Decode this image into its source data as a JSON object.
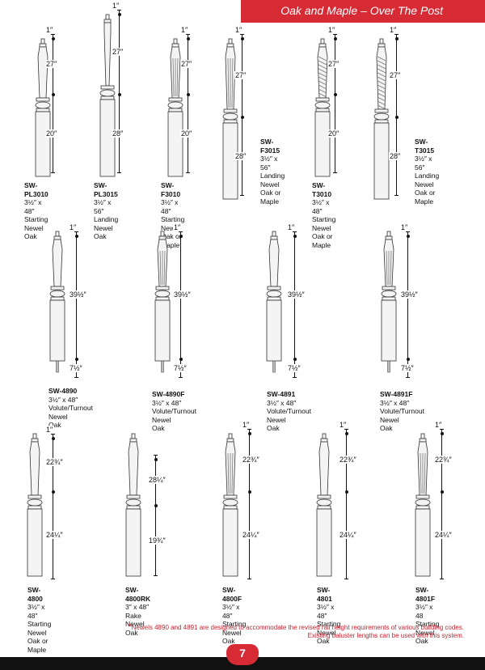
{
  "header": {
    "title": "Oak and Maple – Over The Post"
  },
  "products": [
    {
      "sku": "SW-PL3010",
      "size": "3½″ x 48″",
      "type": "Starting Newel",
      "wood": "Oak",
      "dims": [
        "1″",
        "27″",
        "20″"
      ]
    },
    {
      "sku": "SW-PL3015",
      "size": "3½″ x 56″",
      "type": "Landing Newel",
      "wood": "Oak",
      "dims": [
        "1″",
        "27″",
        "28″"
      ]
    },
    {
      "sku": "SW-F3010",
      "size": "3½″ x 48″",
      "type": "Starting Newel",
      "wood": "Oak or Maple",
      "dims": [
        "1″",
        "27″",
        "20″"
      ]
    },
    {
      "sku": "SW-F3015",
      "size": "3½″ x 56″",
      "type": "Landing Newel",
      "wood": "Oak or Maple",
      "dims": [
        "1″",
        "27″",
        "28″"
      ]
    },
    {
      "sku": "SW-T3010",
      "size": "3½″ x 48″",
      "type": "Starting Newel",
      "wood": "Oak or Maple",
      "dims": [
        "1″",
        "27″",
        "20″"
      ]
    },
    {
      "sku": "SW-T3015",
      "size": "3½″ x 56″",
      "type": "Landing Newel",
      "wood": "Oak or Maple",
      "dims": [
        "1″",
        "27″",
        "28″"
      ]
    },
    {
      "sku": "SW-4890",
      "size": "3½″ x 48″",
      "type": "Volute/Turnout Newel",
      "wood": "Oak",
      "dims": [
        "1″",
        "39½″",
        "7½″"
      ]
    },
    {
      "sku": "SW-4890F",
      "size": "3½″ x 48″",
      "type": "Volute/Turnout Newel",
      "wood": "Oak",
      "dims": [
        "1″",
        "39½″",
        "7½″"
      ]
    },
    {
      "sku": "SW-4891",
      "size": "3½″ x 48″",
      "type": "Volute/Turnout Newel",
      "wood": "Oak",
      "dims": [
        "1″",
        "39½″",
        "7½″"
      ]
    },
    {
      "sku": "SW-4891F",
      "size": "3½″ x 48″",
      "type": "Volute/Turnout Newel",
      "wood": "Oak",
      "dims": [
        "1″",
        "39½″",
        "7½″"
      ]
    },
    {
      "sku": "SW-4800",
      "size": "3½″ x 48″",
      "type": "Starting Newel",
      "wood": "Oak or Maple",
      "dims": [
        "1″",
        "22¾″",
        "24¼″"
      ]
    },
    {
      "sku": "SW-4800RK",
      "size": "3″ x 48″",
      "type": "Rake Newel",
      "wood": "Oak",
      "dims": [
        "28¼″",
        "19¾″"
      ]
    },
    {
      "sku": "SW-4800F",
      "size": "3½″ x 48″",
      "type": "Starting Newel",
      "wood": "Oak",
      "dims": [
        "1″",
        "22¾″",
        "24¼″"
      ]
    },
    {
      "sku": "SW-4801",
      "size": "3½″ x 48″",
      "type": "Starting Newel",
      "wood": "Oak",
      "dims": [
        "1″",
        "22¾″",
        "24¼″"
      ]
    },
    {
      "sku": "SW-4801F",
      "size": "3½″ x 48",
      "type": "Starting Newel",
      "wood": "Oak",
      "dims": [
        "1″",
        "22¾″",
        "24¼″"
      ]
    }
  ],
  "footnote": {
    "star": "*",
    "line1": "Newels 4890 and 4891 are designed to accommodate the revised rail height requirements of various building codes.",
    "line2": "Existing baluster lengths can be used with this system."
  },
  "footer": {
    "page_number": "7"
  },
  "colors": {
    "accent": "#d62a35",
    "footer": "#111111"
  }
}
